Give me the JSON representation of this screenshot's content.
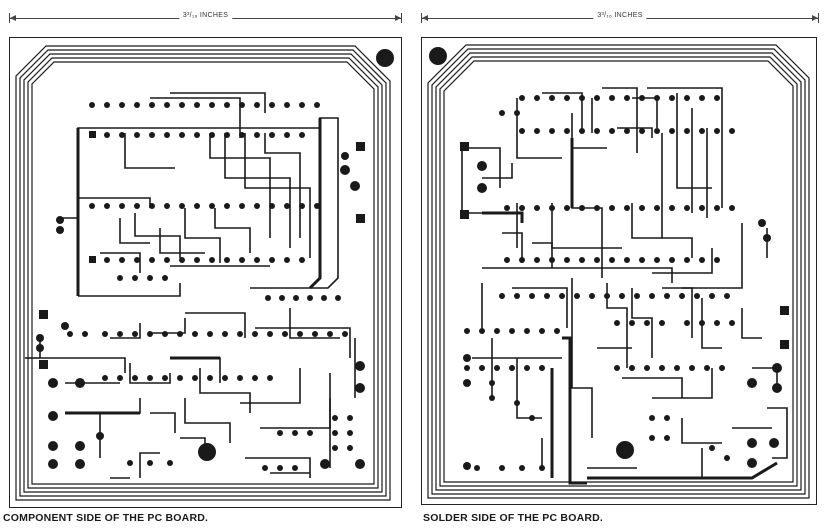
{
  "component_side": {
    "dimension_label": "3³/₁₆ INCHES",
    "caption": "COMPONENT SIDE OF THE PC BOARD."
  },
  "solder_side": {
    "dimension_label": "3³/₁₆ INCHES",
    "caption": "SOLDER SIDE OF THE PC BOARD."
  },
  "colors": {
    "copper": "#1a1a1a",
    "background": "#ffffff"
  }
}
